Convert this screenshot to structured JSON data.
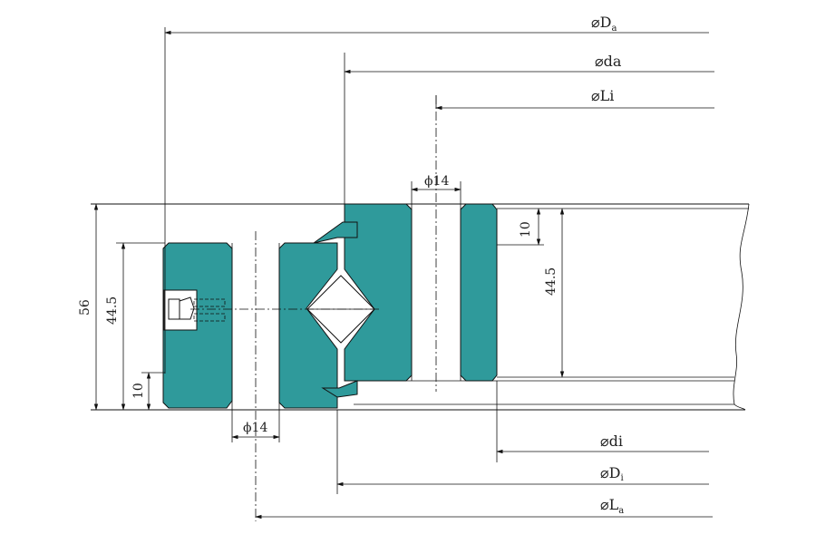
{
  "colors": {
    "ring": "#2f9a9b",
    "line": "#111111",
    "background": "#ffffff"
  },
  "diameters": {
    "Da": {
      "symbol": "⌀D",
      "sub": "a"
    },
    "da": {
      "text": "⌀da"
    },
    "Li": {
      "text": "⌀Li"
    },
    "di": {
      "text": "⌀di"
    },
    "Di": {
      "symbol": "⌀D",
      "sub": "i"
    },
    "La": {
      "symbol": "⌀L",
      "sub": "a"
    }
  },
  "dimensions": {
    "hole_top": "ϕ14",
    "hole_bottom": "ϕ14",
    "total_height": "56",
    "outer_height": "44.5",
    "outer_offset": "10",
    "inner_height": "44.5",
    "inner_offset": "10"
  }
}
